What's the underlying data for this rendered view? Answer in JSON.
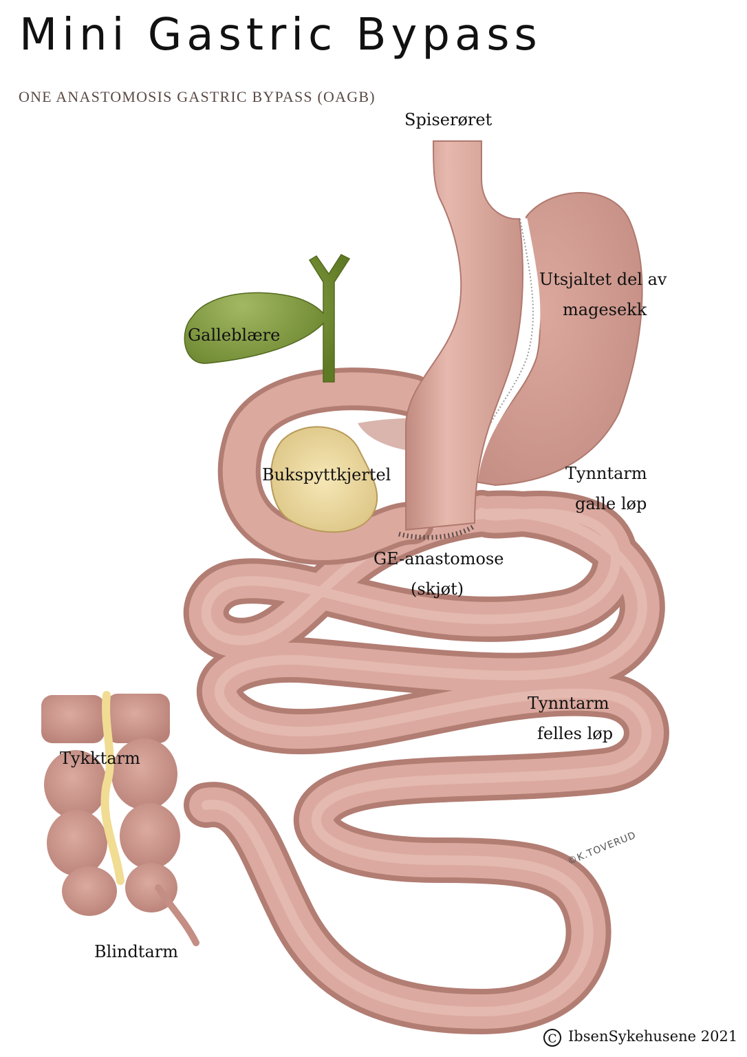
{
  "header": {
    "title": "Mini Gastric Bypass",
    "subtitle": "ONE ANASTOMOSIS GASTRIC BYPASS (OAGB)"
  },
  "labels": {
    "esophagus": "Spiserøret",
    "excluded_stomach_line1": "Utsjaltet del av",
    "excluded_stomach_line2": "magesekk",
    "gallbladder": "Galleblære",
    "pancreas": "Bukspyttkjertel",
    "biliary_limb_line1": "Tynntarm",
    "biliary_limb_line2": "galle løp",
    "anastomosis_line1": "GE-anastomose",
    "anastomosis_line2": "(skjøt)",
    "common_limb_line1": "Tynntarm",
    "common_limb_line2": "felles løp",
    "colon": "Tykktarm",
    "appendix": "Blindtarm"
  },
  "artist_signature": "©K.TOVERUD",
  "footer": {
    "copyright_symbol": "C",
    "text": "IbsenSykehusene 2021"
  },
  "colors": {
    "tissue": "#d9a79c",
    "tissue_dark": "#b88379",
    "gallbladder": "#7f9a3a",
    "pancreas": "#efdca0",
    "fat": "#f1dc93"
  }
}
